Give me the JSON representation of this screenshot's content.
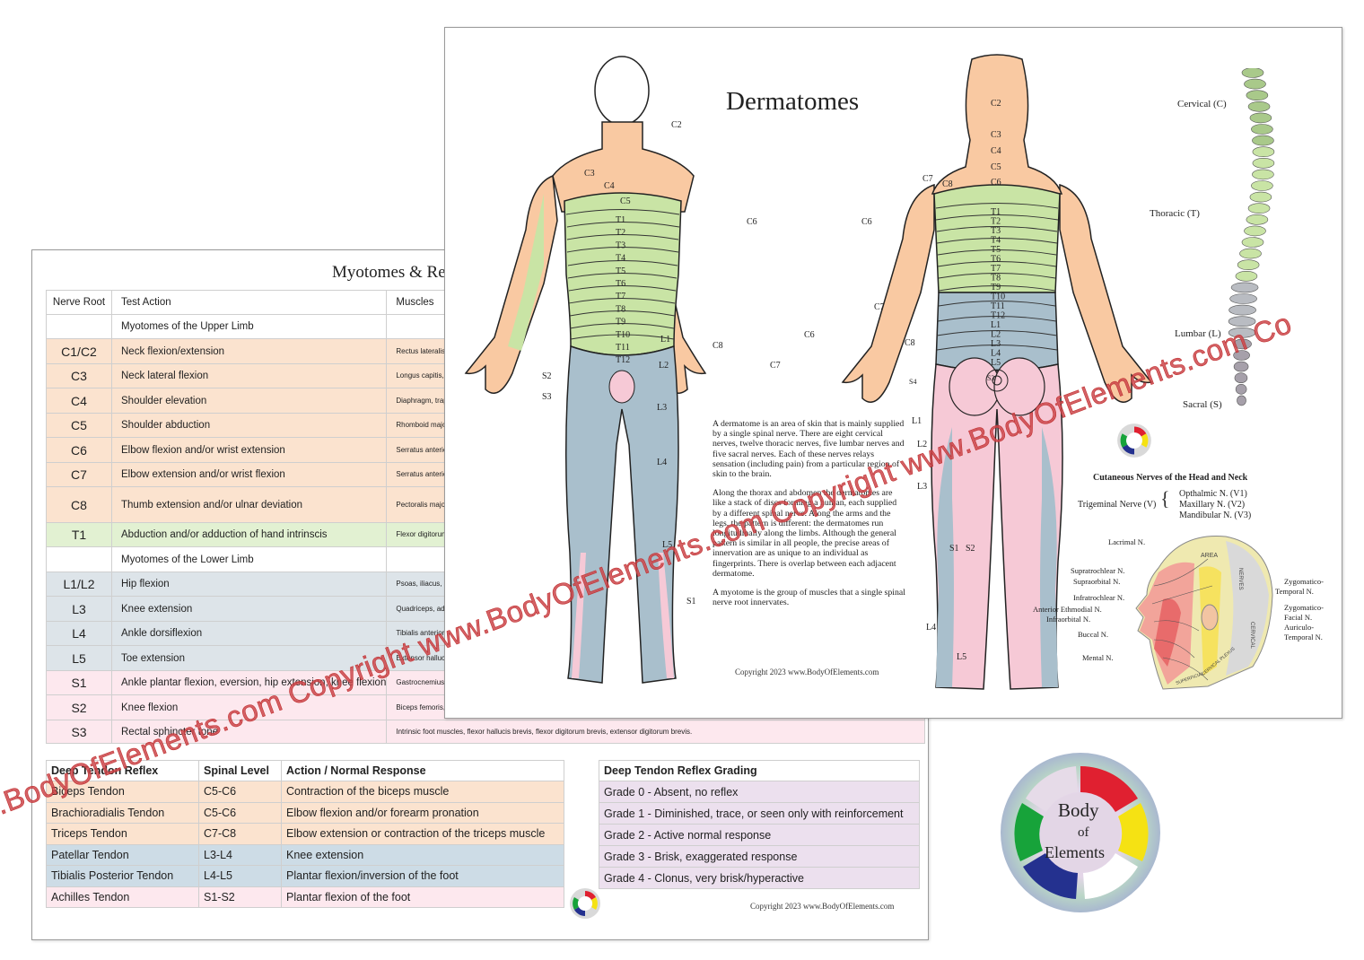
{
  "myotomes": {
    "title": "Myotomes & Reflexes",
    "headers": [
      "Nerve Root",
      "Test Action",
      "Muscles"
    ],
    "rows": [
      {
        "root": "",
        "action": "Myotomes of the Upper Limb",
        "muscles": "",
        "color": "white"
      },
      {
        "root": "C1/C2",
        "action": "Neck flexion/extension",
        "muscles": "Rectus lateralis, rectus capitis anterior, longus capitis, longus colli",
        "color": "orange"
      },
      {
        "root": "C3",
        "action": "Neck lateral flexion",
        "muscles": "Longus capitis, longus colli, trapezius, scalenus medius",
        "color": "orange"
      },
      {
        "root": "C4",
        "action": "Shoulder elevation",
        "muscles": "Diaphragm, trapezius, levator scapulae, scalenus anterior",
        "color": "orange"
      },
      {
        "root": "C5",
        "action": "Shoulder abduction",
        "muscles": "Rhomboid major and minor, deltoid, supraspinatus, infraspinatus",
        "color": "orange"
      },
      {
        "root": "C6",
        "action": "Elbow flexion and/or wrist extension",
        "muscles": "Serratus anterior, latissimus dorsi, biceps, brachialis, extensor carpi radialis",
        "color": "orange"
      },
      {
        "root": "C7",
        "action": "Elbow extension and/or wrist flexion",
        "muscles": "Serratus anterior, latissimus dorsi, triceps, flexor carpi radialis, extensor carpi ulnaris",
        "color": "orange"
      },
      {
        "root": "C8",
        "action": "Thumb extension and/or ulnar deviation",
        "muscles": "Pectoralis major and minor, triceps, flexor carpi ulnaris, abductor pollicis longus, opponens pollicis",
        "color": "orange"
      },
      {
        "root": "T1",
        "action": "Abduction and/or adduction of hand intrinscis",
        "muscles": "Flexor digitorum profundus, intrinsic muscles of the hand",
        "color": "green"
      },
      {
        "root": "",
        "action": "Myotomes of the Lower Limb",
        "muscles": "",
        "color": "white"
      },
      {
        "root": "L1/L2",
        "action": "Hip flexion",
        "muscles": "Psoas, iliacus, sartorius, gracilis, pectineus",
        "color": "blue"
      },
      {
        "root": "L3",
        "action": "Knee extension",
        "muscles": "Quadriceps, adductor longus, adductor brevis",
        "color": "blue"
      },
      {
        "root": "L4",
        "action": "Ankle dorsiflexion",
        "muscles": "Tibialis anterior, quadriceps, tensor fasciae latae",
        "color": "blue"
      },
      {
        "root": "L5",
        "action": "Toe extension",
        "muscles": "Extensor hallucis longus, extensor digitorum longus, peroneus tertius, popliteus",
        "color": "blue"
      },
      {
        "root": "S1",
        "action": "Ankle plantar flexion, eversion, hip extension, knee flexion",
        "muscles": "Gastrocnemius, soleus, gluteus maximus, biceps femoris, extensor digitorum brevis",
        "color": "pink"
      },
      {
        "root": "S2",
        "action": "Knee flexion",
        "muscles": "Biceps femoris, piriformis, soleus, gastrocnemius",
        "color": "pink"
      },
      {
        "root": "S3",
        "action": "Rectal sphincter tone",
        "muscles": "Intrinsic foot muscles, flexor hallucis brevis, flexor digitorum brevis, extensor digitorum brevis.",
        "color": "pink"
      }
    ]
  },
  "reflexes": {
    "headers": [
      "Deep Tendon Reflex",
      "Spinal Level",
      "Action / Normal Response"
    ],
    "rows": [
      {
        "reflex": "Biceps Tendon",
        "level": "C5-C6",
        "response": "Contraction of the biceps muscle",
        "color": "orange"
      },
      {
        "reflex": "Brachioradialis Tendon",
        "level": "C5-C6",
        "response": "Elbow flexion and/or forearm pronation",
        "color": "orange"
      },
      {
        "reflex": "Triceps Tendon",
        "level": "C7-C8",
        "response": "Elbow extension or contraction of the triceps muscle",
        "color": "orange"
      },
      {
        "reflex": "Patellar Tendon",
        "level": "L3-L4",
        "response": "Knee extension",
        "color": "blue"
      },
      {
        "reflex": "Tibialis Posterior Tendon",
        "level": "L4-L5",
        "response": "Plantar flexion/inversion of the foot",
        "color": "blue"
      },
      {
        "reflex": "Achilles Tendon",
        "level": "S1-S2",
        "response": "Plantar flexion of the foot",
        "color": "pink"
      }
    ]
  },
  "grading": {
    "header": "Deep Tendon Reflex Grading",
    "rows": [
      "Grade 0 - Absent, no reflex",
      "Grade 1 - Diminished, trace, or seen only with reinforcement",
      "Grade 2 - Active normal response",
      "Grade 3 - Brisk, exaggerated response",
      "Grade 4 - Clonus, very brisk/hyperactive"
    ]
  },
  "myo_copyright": "Copyright 2023 www.BodyOfElements.com",
  "dermatomes": {
    "title": "Dermatomes",
    "front_bands": [
      "C2",
      "C3",
      "C4",
      "C5",
      "T1",
      "T2",
      "T3",
      "T4",
      "T5",
      "T6",
      "T7",
      "T8",
      "T9",
      "T10",
      "T11",
      "T12"
    ],
    "front_labels": [
      "L1",
      "L2",
      "L3",
      "L4",
      "L5",
      "S1",
      "S2",
      "S3",
      "C6",
      "C6",
      "C7",
      "C8"
    ],
    "back_top": [
      "C2",
      "C3",
      "C4",
      "C5",
      "C6"
    ],
    "back_bands": [
      "T1",
      "T2",
      "T3",
      "T4",
      "T5",
      "T6",
      "T7",
      "T8",
      "T9",
      "T10",
      "T11",
      "T12",
      "L1",
      "L2",
      "L3",
      "L4",
      "L5"
    ],
    "back_labels": [
      "C7",
      "C8",
      "C6",
      "C7",
      "C8",
      "S3",
      "S4",
      "L1",
      "L2",
      "L3",
      "S1",
      "S2",
      "L4",
      "L5"
    ],
    "text": [
      "A dermatome is an area of skin that is mainly supplied by a single spinal nerve. There are eight cervical nerves, twelve thoracic nerves, five lumbar nerves and five sacral nerves. Each of these nerves relays sensation (including pain) from a particular region of skin to the brain.",
      "Along the thorax and abdomen the dermatomes are like a stack of discs forming a human, each supplied by a different spinal nerve. Along the arms and the legs, the pattern is different: the dermatomes run longitudinally along the limbs. Although the general pattern is similar in all people, the precise areas of innervation are as unique to an individual as fingerprints. There is overlap between each adjacent dermatome.",
      "A myotome is the group of muscles that a single spinal nerve root innervates."
    ],
    "copyright": "Copyright 2023 www.BodyOfElements.com",
    "spine_labels": [
      "Cervical (C)",
      "Thoracic (T)",
      "Lumbar (L)",
      "Sacral (S)"
    ],
    "cutaneous_title": "Cutaneous Nerves of the Head and Neck",
    "trigeminal": "Trigeminal Nerve (V)",
    "branches": [
      "Opthalmic N. (V1)",
      "Maxillary N. (V2)",
      "Mandibular N. (V3)"
    ],
    "head_left_labels": [
      "Lacrimal N.",
      "Supratrochlear N.",
      "Supraorbital N.",
      "Infratrochlear N.",
      "Anterior Ethmodial N.",
      "Infraorbital N.",
      "Buccal N.",
      "Mental N."
    ],
    "head_right_labels": [
      "Zygomatico-",
      "Temporal N.",
      "Zygomatico-",
      "Facial N.",
      "Auriculo-",
      "Temporal N."
    ],
    "head_inner_labels": [
      "AREA",
      "NERVES",
      "CERVICAL",
      "SUPERFICIAL",
      "CERVICAL PLEXUS"
    ]
  },
  "watermark": ".BodyOfElements.com Copyright www.BodyOfElements.com Copyright www.BodyOfElements.com Co",
  "logo": {
    "line1": "Body",
    "line2": "of",
    "line3": "Elements"
  },
  "colors": {
    "orange": "#f9c9a2",
    "green": "#c9e4a5",
    "blue": "#a9bfcc",
    "pink": "#f6c9d6",
    "purple": "#ece0ee",
    "logo_red": "#e02030",
    "logo_yellow": "#f5e213",
    "logo_green": "#17a33a",
    "logo_blue": "#24318f"
  }
}
